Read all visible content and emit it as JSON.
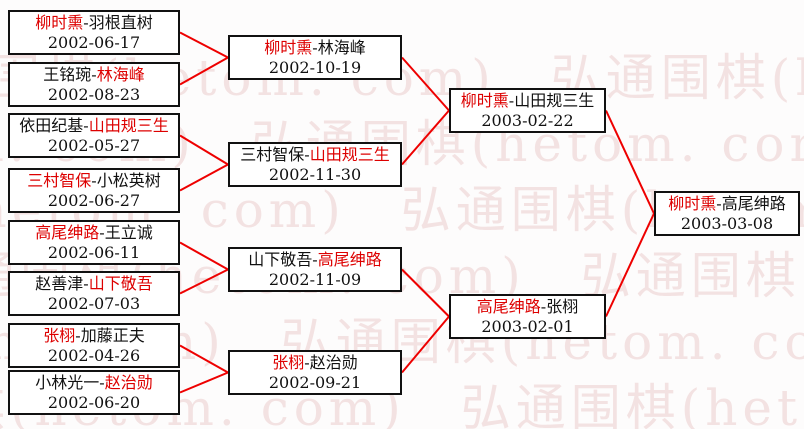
{
  "sep": "-",
  "colors": {
    "winner": "#dd0000",
    "line": "#ee0000",
    "watermark": "#f3e2e2",
    "box_border": "#111111",
    "box_background": "#ffffff",
    "text": "#111111"
  },
  "watermark": {
    "text": "弘通围棋(hetom. com)",
    "tiled": "弘通围棋(hetom. com)　弘通围棋(hetom. com)　弘通围棋(hetom. com)"
  },
  "bracket": {
    "round1": [
      {
        "name1": "柳时熏",
        "n1_win": true,
        "name2": "羽根直树",
        "n2_win": false,
        "date": "2002-06-17"
      },
      {
        "name1": "王铭琬",
        "n1_win": false,
        "name2": "林海峰",
        "n2_win": true,
        "date": "2002-08-23"
      },
      {
        "name1": "依田纪基",
        "n1_win": false,
        "name2": "山田规三生",
        "n2_win": true,
        "date": "2002-05-27"
      },
      {
        "name1": "三村智保",
        "n1_win": true,
        "name2": "小松英树",
        "n2_win": false,
        "date": "2002-06-27"
      },
      {
        "name1": "高尾绅路",
        "n1_win": true,
        "name2": "王立诚",
        "n2_win": false,
        "date": "2002-06-11"
      },
      {
        "name1": "赵善津",
        "n1_win": false,
        "name2": "山下敬吾",
        "n2_win": true,
        "date": "2002-07-03"
      },
      {
        "name1": "张栩",
        "n1_win": true,
        "name2": "加藤正夫",
        "n2_win": false,
        "date": "2002-04-26"
      },
      {
        "name1": "小林光一",
        "n1_win": false,
        "name2": "赵治勋",
        "n2_win": true,
        "date": "2002-06-20"
      }
    ],
    "round2": [
      {
        "name1": "柳时熏",
        "n1_win": true,
        "name2": "林海峰",
        "n2_win": false,
        "date": "2002-10-19"
      },
      {
        "name1": "三村智保",
        "n1_win": false,
        "name2": "山田规三生",
        "n2_win": true,
        "date": "2002-11-30"
      },
      {
        "name1": "山下敬吾",
        "n1_win": false,
        "name2": "高尾绅路",
        "n2_win": true,
        "date": "2002-11-09"
      },
      {
        "name1": "张栩",
        "n1_win": true,
        "name2": "赵治勋",
        "n2_win": false,
        "date": "2002-09-21"
      }
    ],
    "semifinals": [
      {
        "name1": "柳时熏",
        "n1_win": true,
        "name2": "山田规三生",
        "n2_win": false,
        "date": "2003-02-22"
      },
      {
        "name1": "高尾绅路",
        "n1_win": true,
        "name2": "张栩",
        "n2_win": false,
        "date": "2003-02-01"
      }
    ],
    "final": [
      {
        "name1": "柳时熏",
        "n1_win": true,
        "name2": "高尾绅路",
        "n2_win": false,
        "date": "2003-03-08"
      }
    ]
  }
}
